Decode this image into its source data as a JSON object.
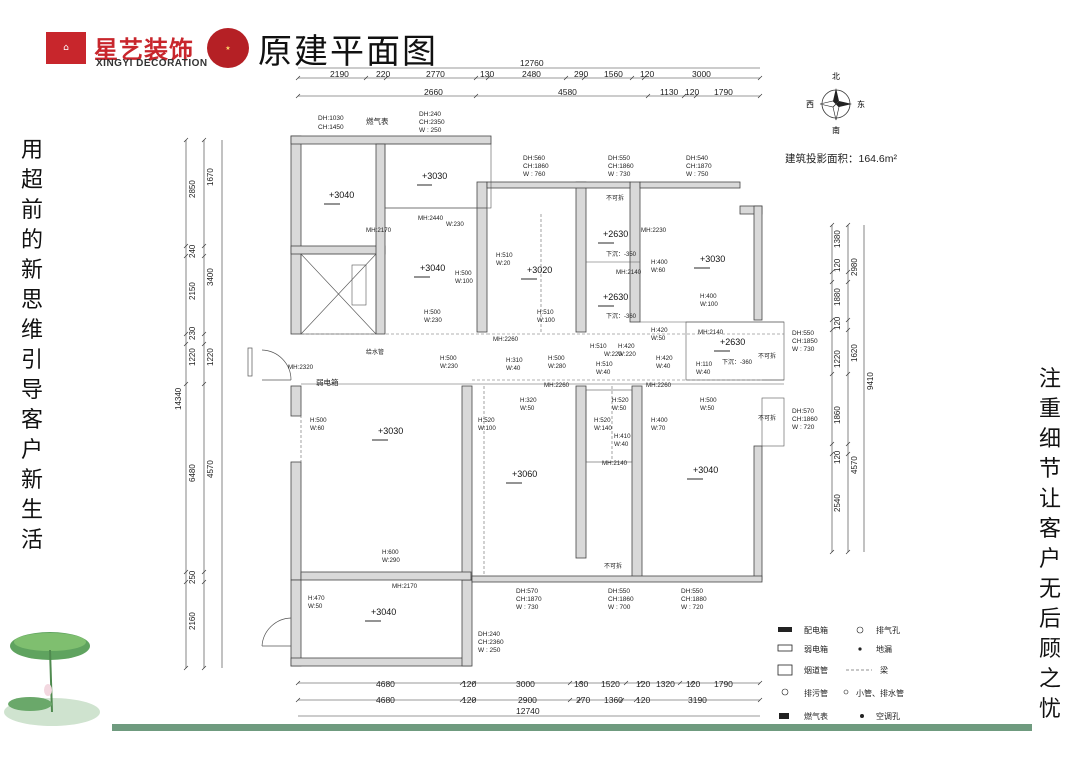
{
  "header": {
    "logo_icon": "house-logo-icon",
    "brand_cn": "星艺装饰",
    "brand_en": "XINGYI DECORATION",
    "seal_icon": "award-seal-icon",
    "title": "原建平面图"
  },
  "slogans": {
    "left": "用超前的新思维引导客户新生活",
    "right": "注重细节让客户无后顾之忧"
  },
  "area_label": "建筑投影面积：164.6m²",
  "compass": {
    "north": "北",
    "south": "南",
    "east": "东",
    "west": "西"
  },
  "dimensions": {
    "top_total": "12760",
    "top_row1": [
      "2190",
      "220",
      "2770",
      "130",
      "2480",
      "290",
      "1560",
      "120",
      "3000"
    ],
    "top_row2": [
      "2660",
      "4580",
      "1130",
      "120",
      "1790"
    ],
    "bottom_row1": [
      "4680",
      "120",
      "3000",
      "130",
      "1520",
      "120",
      "1320",
      "120",
      "1790"
    ],
    "bottom_row2": [
      "4680",
      "120",
      "2900",
      "270",
      "1360",
      "120",
      "3190"
    ],
    "bottom_total": "12740",
    "left_row1": [
      "2850",
      "240",
      "2150",
      "230",
      "1220",
      "6480",
      "250",
      "2160"
    ],
    "left_row2": [
      "1670",
      "3400",
      "1220",
      "4570"
    ],
    "left_total": "14340",
    "right_row1": [
      "1380",
      "120",
      "1880",
      "120",
      "1220",
      "1860",
      "120",
      "2540"
    ],
    "right_row2": [
      "2980",
      "1620",
      "4570"
    ],
    "right_total": "9410"
  },
  "labels": {
    "gas_meter": "燃气表",
    "weak_box": "弱电箱",
    "water_pipe": "给水管",
    "not_removable": "不可拆",
    "drop_350": "下沉：-350",
    "drop_360": "下沉：-360"
  },
  "levels": {
    "l1": "+3040",
    "l2": "+3030",
    "l3": "+3040",
    "l4": "+3020",
    "l5": "+2630",
    "l6": "+2630",
    "l7": "+3030",
    "l8": "+2630",
    "l9": "+3030",
    "l10": "+3060",
    "l11": "+3040",
    "l12": "+3040"
  },
  "windows": {
    "w1": [
      "DH:1030",
      "CH:1450"
    ],
    "w2": [
      "DH:240",
      "CH:2350",
      "W : 250"
    ],
    "w3": [
      "DH:560",
      "CH:1860",
      "W : 760"
    ],
    "w4": [
      "DH:550",
      "CH:1860",
      "W : 730"
    ],
    "w5": [
      "DH:540",
      "CH:1870",
      "W : 750"
    ],
    "w6": [
      "DH:550",
      "CH:1850",
      "W : 730"
    ],
    "w7": [
      "DH:570",
      "CH:1860",
      "W : 720"
    ],
    "w8": [
      "DH:570",
      "CH:1870",
      "W : 730"
    ],
    "w9": [
      "DH:550",
      "CH:1860",
      "W : 700"
    ],
    "w10": [
      "DH:550",
      "CH:1880",
      "W : 720"
    ],
    "w11": [
      "DH:240",
      "CH:2360",
      "W : 250"
    ]
  },
  "beams": {
    "b1": [
      "H:500",
      "W:100"
    ],
    "b2": [
      "H:510",
      "W:20"
    ],
    "b3": [
      "H:400",
      "W:60"
    ],
    "b4": [
      "H:500",
      "W:230"
    ],
    "b5": [
      "H:510",
      "W:100"
    ],
    "b6": [
      "H:400",
      "W:100"
    ],
    "b7": [
      "H:420",
      "W:50"
    ],
    "b8": [
      "H:500",
      "W:230"
    ],
    "b9": [
      "H:310",
      "W:40"
    ],
    "b10": [
      "H:500",
      "W:280"
    ],
    "b11": [
      "H:510",
      "W:40"
    ],
    "b12": [
      "H:420",
      "W:40"
    ],
    "b13": [
      "H:110",
      "W:40"
    ],
    "b14": [
      "H:500",
      "W:60"
    ],
    "b15": [
      "H:520",
      "W:100"
    ],
    "b16": [
      "H:320",
      "W:50"
    ],
    "b17": [
      "H:520",
      "W:50"
    ],
    "b18": [
      "H:400",
      "W:70"
    ],
    "b19": [
      "H:500",
      "W:50"
    ],
    "b20": [
      "H:520",
      "W:140"
    ],
    "b21": [
      "H:410",
      "W:40"
    ],
    "b22": [
      "H:600",
      "W:290"
    ],
    "b23": [
      "H:470",
      "W:50"
    ],
    "b24": [
      "H:510",
      "W:220"
    ],
    "b25": [
      "H:420",
      "W:220"
    ]
  },
  "wall_heights": {
    "m1": "MH:2170",
    "m2": "MH:2440",
    "m3": "MH:2230",
    "m4": "MH:2140",
    "m5": "MH:2260",
    "m6": "MH:2140",
    "m7": "MH:2320",
    "m8": "MH:2260",
    "m9": "MH:2260",
    "m10": "MH:2140",
    "m11": "MH:2170",
    "m12": "W:230"
  },
  "legend": {
    "items": [
      {
        "icon": "distribution-box-icon",
        "label": "配电箱"
      },
      {
        "icon": "exhaust-hole-icon",
        "label": "排气孔"
      },
      {
        "icon": "weak-box-icon",
        "label": "弱电箱"
      },
      {
        "icon": "floor-drain-icon",
        "label": "地漏"
      },
      {
        "icon": "flue-icon",
        "label": "烟道管"
      },
      {
        "icon": "beam-icon",
        "label": "梁"
      },
      {
        "icon": "sewage-pipe-icon",
        "label": "排污管"
      },
      {
        "icon": "drain-pipe-icon",
        "label": "小管、排水管"
      },
      {
        "icon": "gas-meter-icon",
        "label": "燃气表"
      },
      {
        "icon": "ac-hole-icon",
        "label": "空调孔"
      }
    ]
  },
  "colors": {
    "brand_red": "#c8262c",
    "wall_fill": "#d9d9d9",
    "accent_green": "#6f9b7f"
  }
}
